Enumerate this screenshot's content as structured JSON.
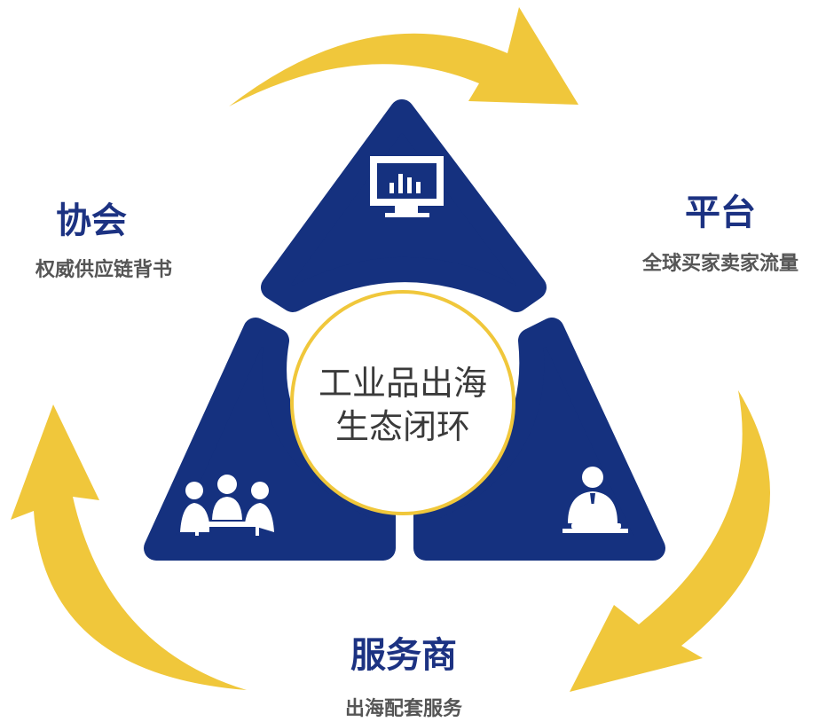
{
  "center": {
    "line1": "工业品出海",
    "line2": "生态闭环"
  },
  "nodes": {
    "association": {
      "title": "协会",
      "subtitle": "权威供应链背书",
      "icon": "group-meeting-icon"
    },
    "platform": {
      "title": "平台",
      "subtitle": "全球买家卖家流量",
      "icon": "monitor-chart-icon"
    },
    "service_provider": {
      "title": "服务商",
      "subtitle": "出海配套服务",
      "icon": "person-laptop-icon"
    }
  },
  "colors": {
    "navy": "#15317f",
    "gold": "#f0c73b",
    "white": "#ffffff"
  }
}
